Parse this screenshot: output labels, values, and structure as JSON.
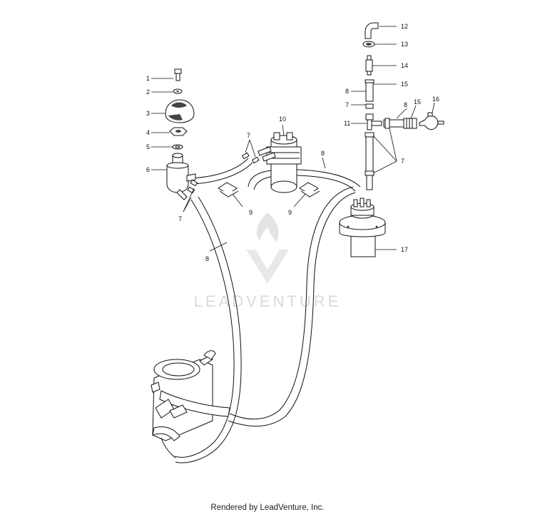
{
  "callouts": {
    "c1": "1",
    "c2": "2",
    "c3": "3",
    "c4": "4",
    "c5": "5",
    "c6": "6",
    "c7a": "7",
    "c7b": "7",
    "c7c": "7",
    "c7d": "7",
    "c8a": "8",
    "c8b": "8",
    "c8c": "8",
    "c8d": "8",
    "c9a": "9",
    "c9b": "9",
    "c10": "10",
    "c11": "11",
    "c12": "12",
    "c13": "13",
    "c14": "14",
    "c15a": "15",
    "c15b": "15",
    "c16": "16",
    "c17": "17"
  },
  "watermark": {
    "text": "LEADVENTURE"
  },
  "footer": {
    "text": "Rendered by LeadVenture, Inc."
  }
}
